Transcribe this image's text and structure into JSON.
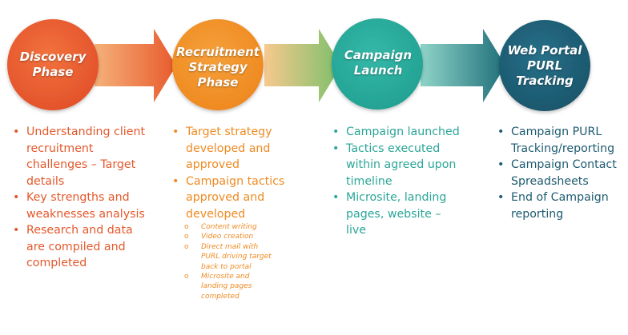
{
  "colors": {
    "discovery": "#ea5a2e",
    "strategy": "#f08a24",
    "launch": "#29a89a",
    "tracking": "#1e5f74"
  },
  "phases": [
    {
      "title": "Discovery Phase",
      "bullets": [
        "Understanding client recruitment challenges – Target details",
        "Key strengths and weaknesses analysis",
        "Research and data are compiled and completed"
      ]
    },
    {
      "title": "Recruitment Strategy Phase",
      "bullets": [
        "Target strategy developed and approved",
        "Campaign tactics approved and developed"
      ],
      "sub_bullets": [
        "Content writing",
        "Video creation",
        "Direct mail with PURL driving target back to portal",
        "Microsite and landing pages completed"
      ]
    },
    {
      "title": "Campaign Launch",
      "bullets": [
        "Campaign launched",
        "Tactics executed within agreed upon timeline",
        "Microsite, landing pages, website – live"
      ]
    },
    {
      "title": "Web Portal PURL Tracking",
      "bullets": [
        "Campaign PURL Tracking/reporting",
        "Campaign Contact Spreadsheets",
        "End of Campaign reporting"
      ]
    }
  ]
}
